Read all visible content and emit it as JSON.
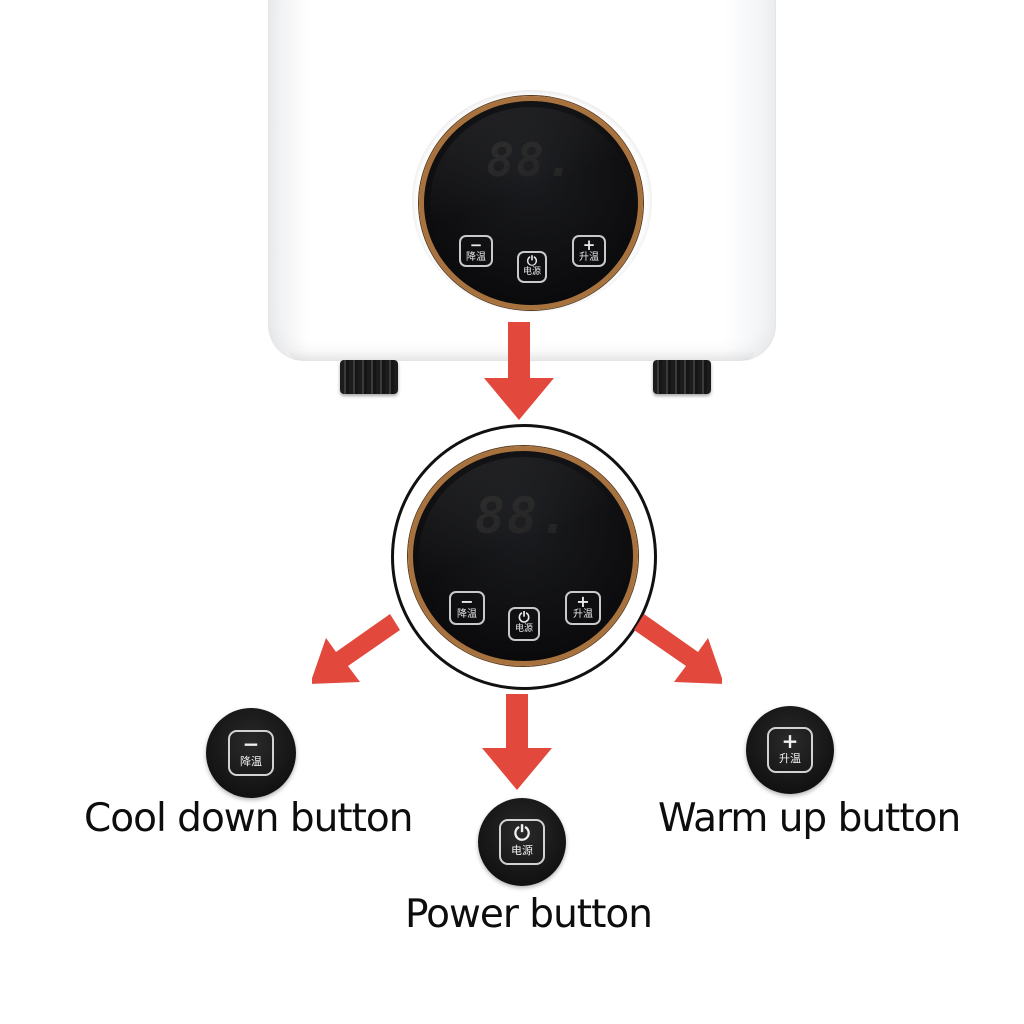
{
  "display": {
    "digits": "88."
  },
  "panel_controls": {
    "down": {
      "symbol": "−",
      "caption": "降温"
    },
    "power": {
      "symbol": "⏻",
      "caption": "电源"
    },
    "up": {
      "symbol": "+",
      "caption": "升温"
    }
  },
  "callouts": {
    "cool_down": {
      "symbol": "−",
      "caption": "降温",
      "label": "Cool down button"
    },
    "power": {
      "symbol": "⏻",
      "caption": "电源",
      "label": "Power button"
    },
    "warm_up": {
      "symbol": "+",
      "caption": "升温",
      "label": "Warm up button"
    }
  },
  "icons": [
    "minus-icon",
    "power-icon",
    "plus-icon",
    "arrow-icon"
  ],
  "colors": {
    "arrow": "#e2483c",
    "panel_ring": "#a8723e",
    "panel": "#0c0c0e",
    "heater_body": "#ffffff"
  }
}
